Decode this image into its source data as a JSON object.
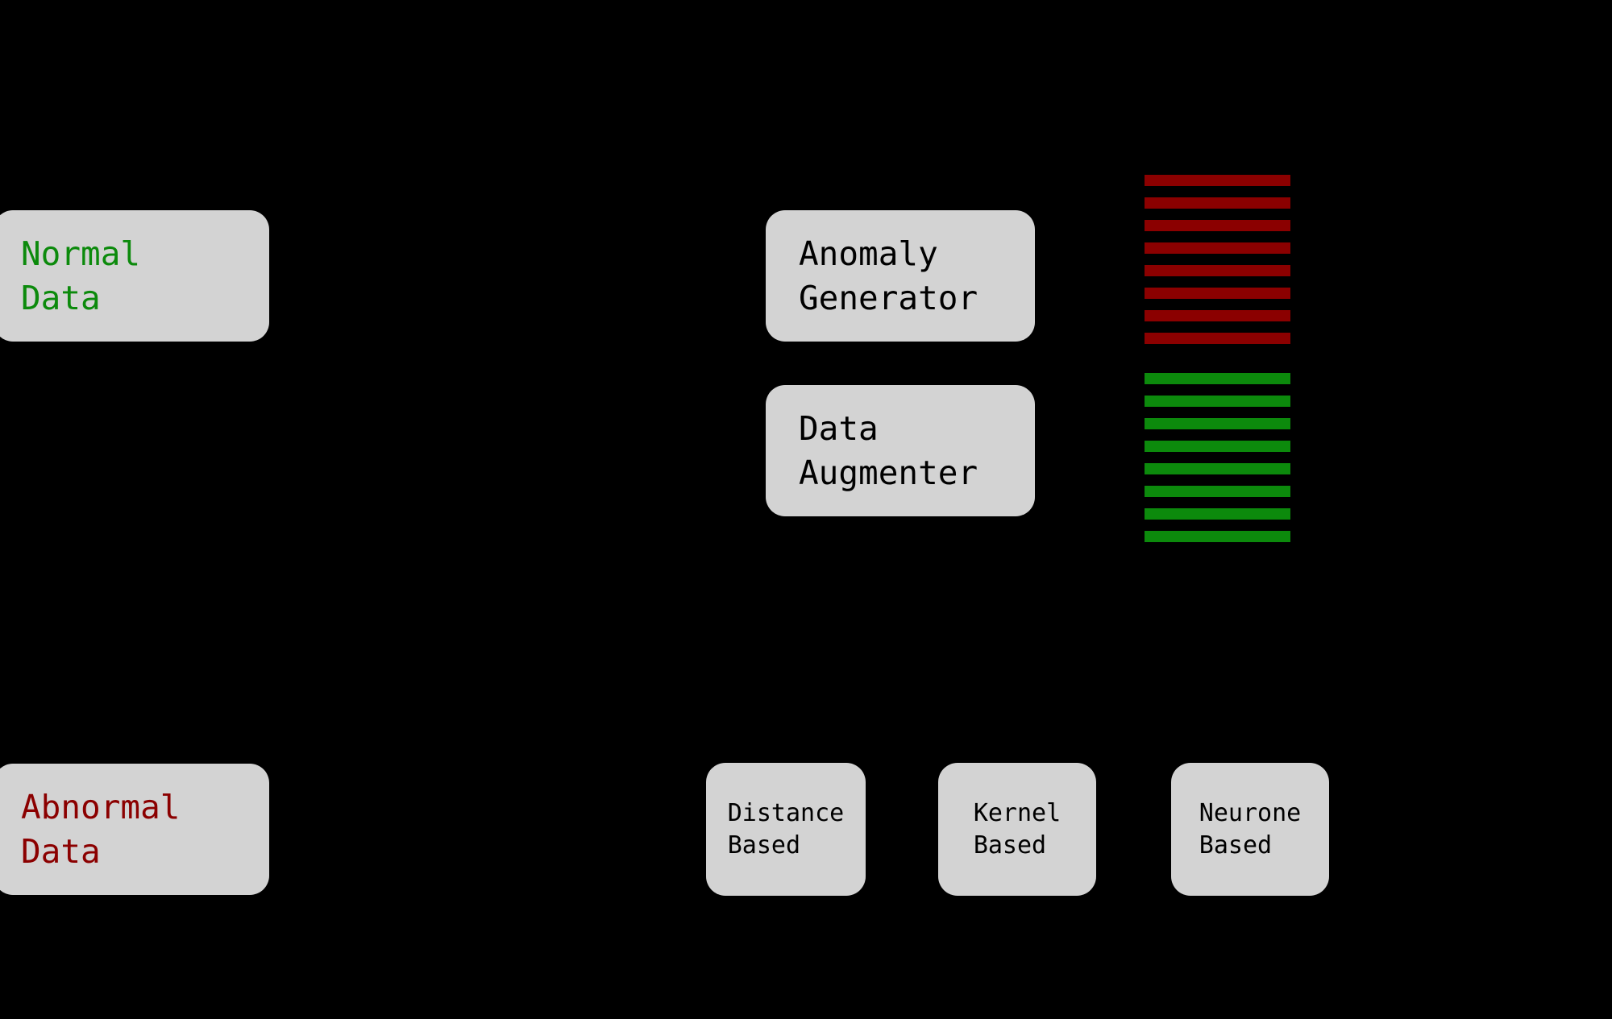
{
  "colors": {
    "background": "#000000",
    "box_fill": "#d3d3d3",
    "normal_green": "#0c8a0c",
    "abnormal_red": "#8b0000",
    "box_text": "#000000"
  },
  "nodes": {
    "normal_data": {
      "label": "Normal\nData"
    },
    "abnormal_data": {
      "label": "Abnormal\nData"
    },
    "anomaly_generator": {
      "label": "Anomaly\nGenerator"
    },
    "data_augmenter": {
      "label": "Data\nAugmenter"
    },
    "distance_based": {
      "label": "Distance\nBased"
    },
    "kernel_based": {
      "label": "Kernel\nBased"
    },
    "neurone_based": {
      "label": "Neurone\nBased"
    }
  },
  "bars": {
    "anomalous": {
      "color": "#8b0000",
      "count": 8
    },
    "normal": {
      "color": "#0c8a0c",
      "count": 8
    }
  }
}
